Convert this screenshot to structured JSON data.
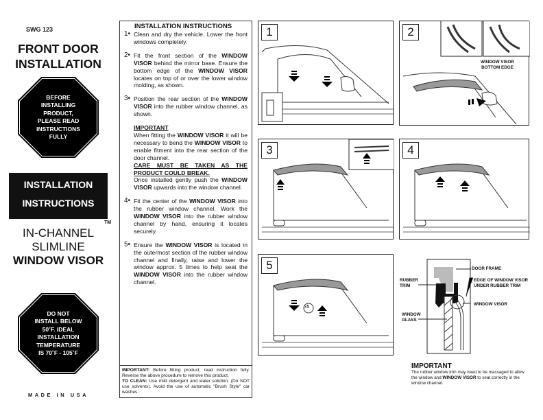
{
  "sku": "SWG 123",
  "title_lines": [
    "FRONT DOOR",
    "INSTALLATION"
  ],
  "sign_before": [
    "BEFORE",
    "INSTALLING",
    "PRODUCT,",
    "PLEASE READ",
    "INSTRUCTIONS",
    "FULLY"
  ],
  "install_box": [
    "INSTALLATION",
    "INSTRUCTIONS"
  ],
  "trademark": "TM",
  "product_lines": [
    "IN-CHANNEL",
    "SLIMLINE",
    "WINDOW VISOR"
  ],
  "sign_temp": [
    "DO NOT",
    "INSTALL BELOW",
    "50˚F. IDEAL",
    "INSTALLATION",
    "TEMPERATURE",
    "IS 70˚F - 105˚F"
  ],
  "made_in": "MADE IN USA",
  "instructions": {
    "heading": "INSTALLATION INSTRUCTIONS",
    "steps": [
      {
        "num": "1•",
        "segments": [
          {
            "t": "Clean and dry the vehicle. Lower the front windows completely."
          }
        ]
      },
      {
        "num": "2•",
        "segments": [
          {
            "t": "Fit the front section of the "
          },
          {
            "t": "WINDOW VISOR",
            "b": true
          },
          {
            "t": " behind the mirror base. Ensure the bottom edge of the "
          },
          {
            "t": "WINDOW VISOR",
            "b": true
          },
          {
            "t": " locates on top of or over the lower window molding, as shown."
          }
        ]
      },
      {
        "num": "3•",
        "segments": [
          {
            "t": "Position the rear section of the "
          },
          {
            "t": "WINDOW VISOR",
            "b": true
          },
          {
            "t": " into the rubber window channel, as shown."
          }
        ],
        "important": {
          "heading": "IMPORTANT",
          "segments": [
            {
              "t": "When fitting the "
            },
            {
              "t": "WINDOW VISOR",
              "b": true
            },
            {
              "t": " it will be necessary to bend the "
            },
            {
              "t": "WINDOW VISOR",
              "b": true
            },
            {
              "t": " to enable fitment into the rear section of the door channel."
            }
          ],
          "care": "CARE MUST BE TAKEN AS THE PRODUCT COULD BREAK.",
          "after": [
            {
              "t": "Once installed gently push the "
            },
            {
              "t": "WINDOW VISOR",
              "b": true
            },
            {
              "t": " upwards into the window channel."
            }
          ]
        }
      },
      {
        "num": "4•",
        "segments": [
          {
            "t": "Fit the center of the "
          },
          {
            "t": "WINDOW VISOR",
            "b": true
          },
          {
            "t": " into the rubber window channel. Work the "
          },
          {
            "t": "WINDOW VISOR",
            "b": true
          },
          {
            "t": " into the rubber window channel by hand, ensuring it locates securely."
          }
        ]
      },
      {
        "num": "5•",
        "segments": [
          {
            "t": "Ensure the "
          },
          {
            "t": "WINDOW VISOR",
            "b": true
          },
          {
            "t": " is located in the outermost section of the rubber window channel and finally, raise and lower the window approx. 5 times to help seat the "
          },
          {
            "t": "WINDOW VISOR",
            "b": true
          },
          {
            "t": " into the rubber window channel."
          }
        ]
      }
    ],
    "footer": [
      [
        {
          "t": "IMPORTANT:",
          "b": true
        },
        {
          "t": " Before fitting product, read instruction fully. Reverse the above procedure to remove this product."
        }
      ],
      [
        {
          "t": "TO CLEAN:",
          "b": true
        },
        {
          "t": "  Use mild detergent and water solution. (Do NOT use solvents). Avoid the use of automatic \"Brush Style\" car washes."
        }
      ]
    ]
  },
  "panels": {
    "p1": "1",
    "p2": "2",
    "p3": "3",
    "p4": "4",
    "p5": "5",
    "p2_label": [
      "WINDOW VISOR",
      "BOTTOM EDGE"
    ],
    "p5_badge": "x5"
  },
  "cross_section": {
    "door_frame": "DOOR FRAME",
    "rubber_trim": [
      "RUBBER",
      "TRIM"
    ],
    "edge": [
      "EDGE OF WINDOW VISOR",
      "UNDER RUBBER TRIM"
    ],
    "window_visor": "WINDOW VISOR",
    "window_glass": [
      "WINDOW",
      "GLASS"
    ]
  },
  "important_note": {
    "heading": "IMPORTANT",
    "segments": [
      {
        "t": "The rubber window trim may need to be massaged to allow the window and "
      },
      {
        "t": "WINDOW VISOR",
        "b": true
      },
      {
        "t": " to seat correctly in the window channel."
      }
    ]
  }
}
